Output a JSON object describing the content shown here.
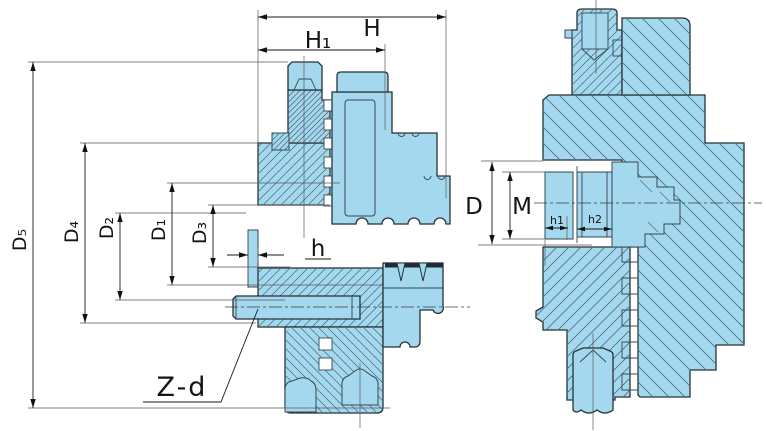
{
  "drawing_type": "engineering-section-drawing",
  "subject": "lathe chuck cross-section with dimension callouts",
  "colors": {
    "part_fill": "#a3d8ef",
    "outline": "#263238",
    "hatch": "#4e6d7c",
    "dimension_lines": "#1a1a1a",
    "background": "#ffffff"
  },
  "labels": {
    "H": "H",
    "H1": "H₁",
    "D5": "D₅",
    "D4": "D₄",
    "D2": "D₂",
    "D1": "D₁",
    "D3": "D₃",
    "h": "h",
    "Zd": "Z-d",
    "D": "D",
    "M": "M",
    "h1": "h1",
    "h2": "h2"
  },
  "views": {
    "left": {
      "dimension_callouts": [
        "H",
        "H₁",
        "D₅",
        "D₄",
        "D₂",
        "D₁",
        "D₃",
        "h",
        "Z-d"
      ]
    },
    "right": {
      "dimension_callouts": [
        "D",
        "M",
        "h1",
        "h2"
      ]
    }
  }
}
